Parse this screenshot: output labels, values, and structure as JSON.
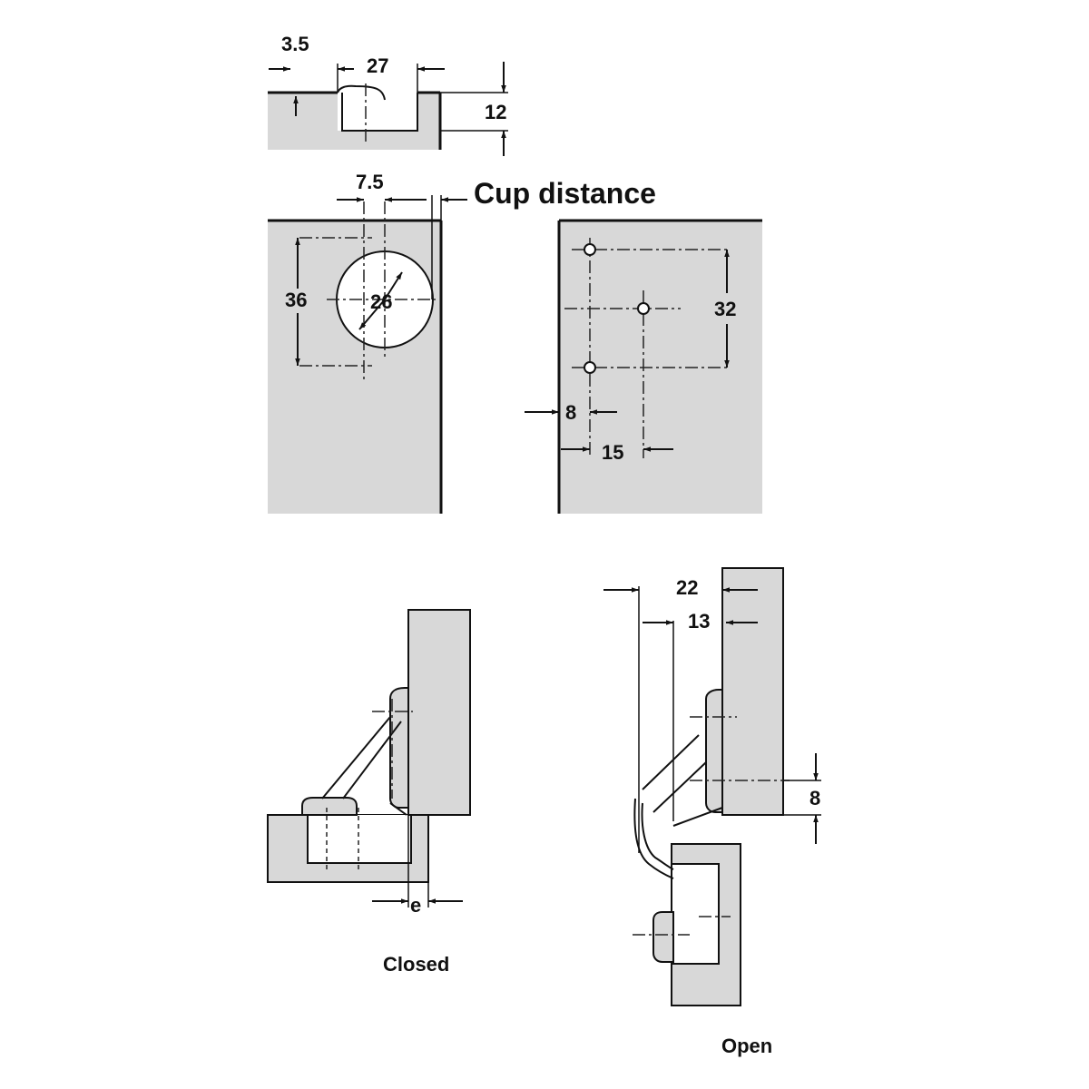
{
  "title": "Cup distance",
  "section_view": {
    "dims": {
      "edge_offset": "3.5",
      "cup_width": "27",
      "depth": "12"
    }
  },
  "cup_view": {
    "dims": {
      "edge_distance": "7.5",
      "spacing": "36",
      "diameter": "26"
    }
  },
  "plate_view": {
    "dims": {
      "height": "32",
      "edge": "8",
      "offset": "15"
    }
  },
  "closed_view": {
    "caption": "Closed",
    "dims": {
      "overlay": "e"
    }
  },
  "open_view": {
    "caption": "Open",
    "dims": {
      "outer": "22",
      "inner": "13",
      "plate": "8"
    }
  }
}
